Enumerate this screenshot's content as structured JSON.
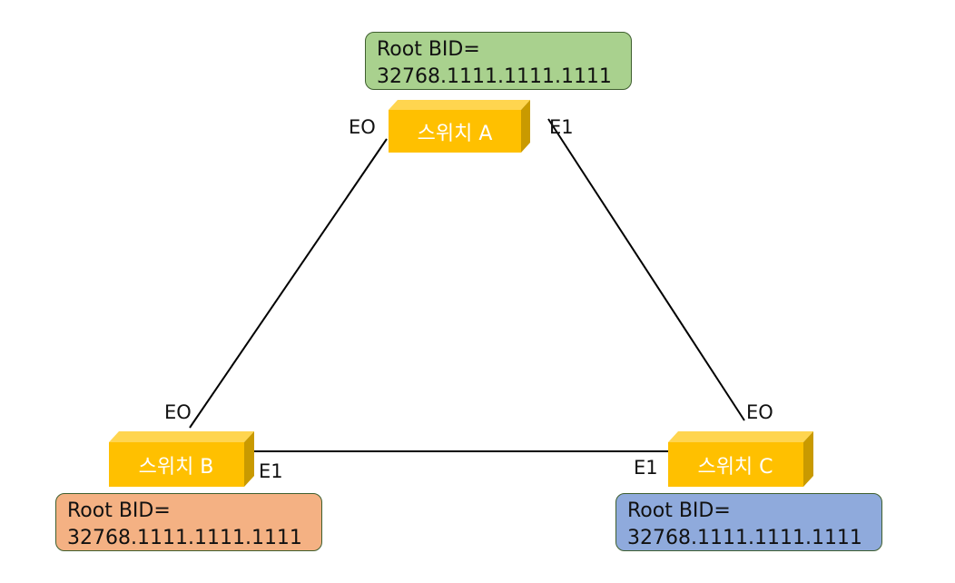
{
  "colors": {
    "switch_front": "#FFC000",
    "switch_top": "#FFD54F",
    "switch_side": "#C99A00",
    "link_line": "#000000",
    "root_box_a": "#A9D18E",
    "root_box_b": "#F4B183",
    "root_box_c": "#8FAADC"
  },
  "switches": {
    "a": {
      "label": "스위치 A",
      "icon": "switch-box-icon"
    },
    "b": {
      "label": "스위치 B",
      "icon": "switch-box-icon"
    },
    "c": {
      "label": "스위치 C",
      "icon": "switch-box-icon"
    }
  },
  "root_boxes": {
    "a": {
      "line1": "Root BID=",
      "line2": "32768.1111.1111.1111"
    },
    "b": {
      "line1": "Root BID=",
      "line2": "32768.1111.1111.1111"
    },
    "c": {
      "line1": "Root BID=",
      "line2": "32768.1111.1111.1111"
    }
  },
  "ports": {
    "a_left": "EO",
    "a_right": "E1",
    "b_top": "EO",
    "b_right": "E1",
    "c_top": "EO",
    "c_left": "E1"
  }
}
